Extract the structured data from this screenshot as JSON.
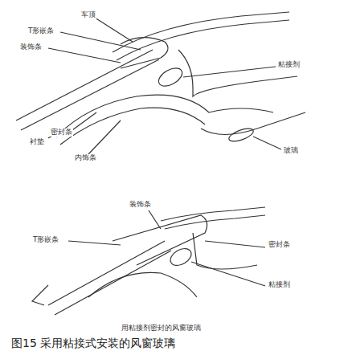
{
  "diagram": {
    "caption": "图15 采用粘接式安装的风窗玻璃",
    "labels": [
      "车顶",
      "T形嵌条",
      "装饰条",
      "粘接剂",
      "密封条",
      "衬垫",
      "内饰条",
      "玻璃",
      "装饰条",
      "T形嵌条",
      "密封条",
      "粘接剂",
      "用粘接剂密封的风窗玻璃"
    ]
  }
}
